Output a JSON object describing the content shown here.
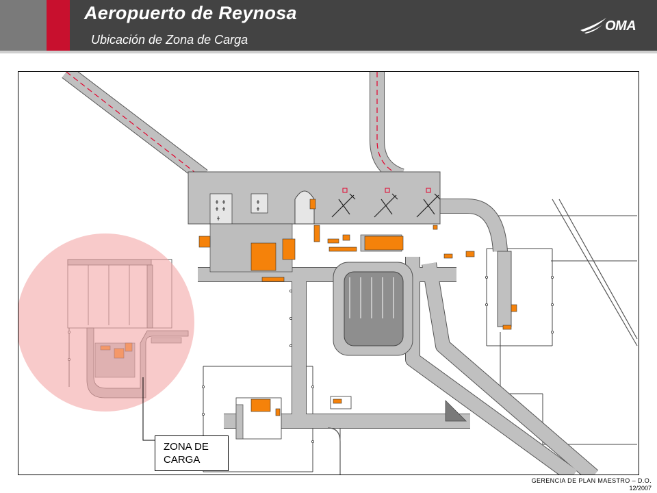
{
  "header": {
    "title": "Aeropuerto de Reynosa",
    "subtitle": "Ubicación de Zona de Carga",
    "logo_text": "OMA"
  },
  "map": {
    "callout_label_line1": "ZONA DE",
    "callout_label_line2": "CARGA",
    "highlight_color": "#f4a6a6",
    "pavement_color": "#c0c0c0",
    "building_color": "#f5820a",
    "taxiline_color": "#e3002b"
  },
  "footer": {
    "line1": "GERENCIA DE PLAN MAESTRO – D.O.",
    "line2": "12/2007"
  },
  "colors": {
    "header_bg": "#434343",
    "accent_red": "#c8102e"
  }
}
